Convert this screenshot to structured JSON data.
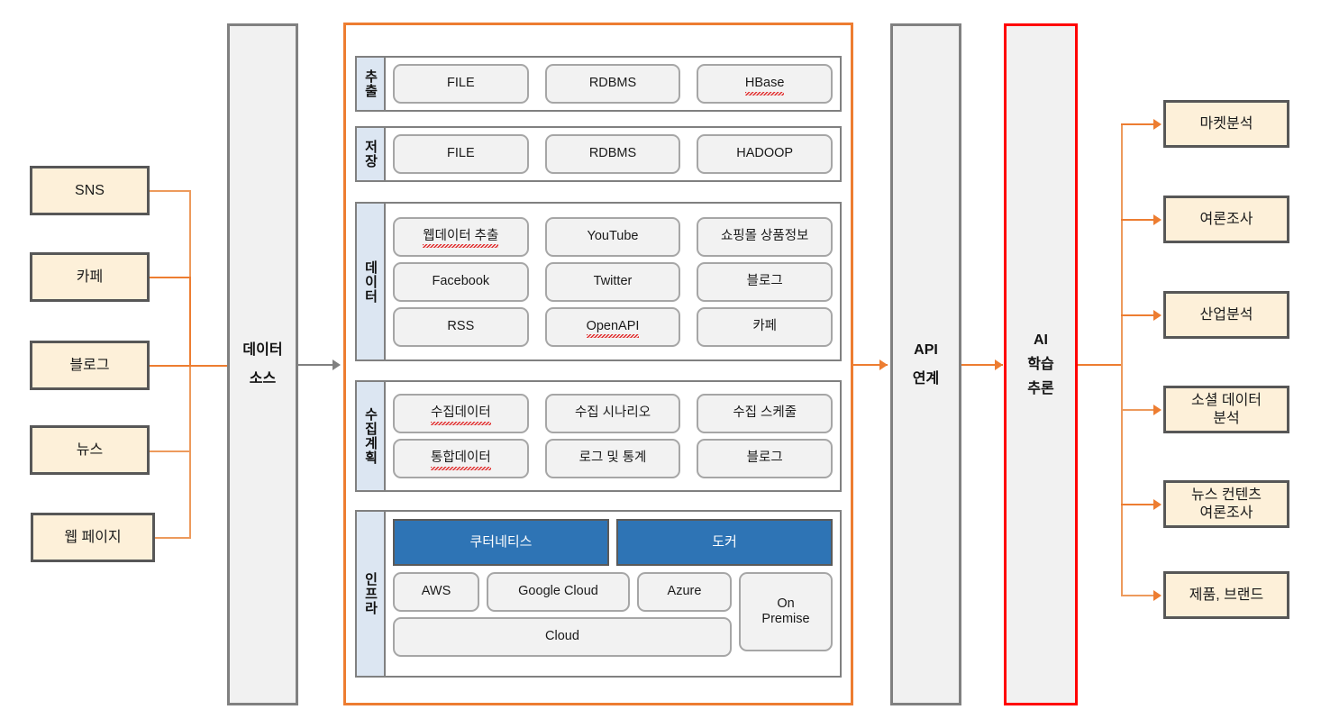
{
  "diagram": {
    "title": "Data collection and AI analysis architecture"
  },
  "sources": {
    "items": [
      {
        "label": "SNS"
      },
      {
        "label": "카페"
      },
      {
        "label": "블로그"
      },
      {
        "label": "뉴스"
      },
      {
        "label": "웹 페이지"
      }
    ]
  },
  "pillars": {
    "data_source": {
      "line1": "데이터",
      "line2": "소스"
    },
    "api": {
      "line1": "API",
      "line2": "연계"
    },
    "ai": {
      "line1": "AI",
      "line2": "학습",
      "line3": "추론",
      "border_color": "#ff0000"
    }
  },
  "platform": {
    "sections": [
      {
        "id": "extract",
        "label": "추출",
        "rows": [
          [
            {
              "text": "FILE",
              "spellcheck": false
            },
            {
              "text": "RDBMS",
              "spellcheck": false
            },
            {
              "text": "HBase",
              "spellcheck": true
            }
          ]
        ]
      },
      {
        "id": "storage",
        "label": "저장",
        "rows": [
          [
            {
              "text": "FILE",
              "spellcheck": false
            },
            {
              "text": "RDBMS",
              "spellcheck": false
            },
            {
              "text": "HADOOP",
              "spellcheck": false
            }
          ]
        ]
      },
      {
        "id": "data",
        "label": "데이터",
        "rows": [
          [
            {
              "text": "웹데이터 추출",
              "spellcheck": true
            },
            {
              "text": "YouTube",
              "spellcheck": false
            },
            {
              "text": "쇼핑몰 상품정보",
              "spellcheck": false
            }
          ],
          [
            {
              "text": "Facebook",
              "spellcheck": false
            },
            {
              "text": "Twitter",
              "spellcheck": false
            },
            {
              "text": "블로그",
              "spellcheck": false
            }
          ],
          [
            {
              "text": "RSS",
              "spellcheck": false
            },
            {
              "text": "OpenAPI",
              "spellcheck": true
            },
            {
              "text": "카페",
              "spellcheck": false
            }
          ]
        ]
      },
      {
        "id": "collection-plan",
        "label": "수집계획",
        "rows": [
          [
            {
              "text": "수집데이터",
              "spellcheck": true
            },
            {
              "text": "수집 시나리오",
              "spellcheck": false
            },
            {
              "text": "수집 스케줄",
              "spellcheck": false
            }
          ],
          [
            {
              "text": "통합데이터",
              "spellcheck": true
            },
            {
              "text": "로그 및 통계",
              "spellcheck": false
            },
            {
              "text": "블로그",
              "spellcheck": false
            }
          ]
        ]
      }
    ],
    "infra": {
      "label": "인프라",
      "containers": [
        {
          "text": "쿠터네티스",
          "style": "blue"
        },
        {
          "text": "도커",
          "style": "blue"
        }
      ],
      "clouds": [
        {
          "text": "AWS"
        },
        {
          "text": "Google Cloud"
        },
        {
          "text": "Azure"
        }
      ],
      "cloud_bar": {
        "text": "Cloud"
      },
      "on_premise": {
        "text": "On\nPremise"
      }
    }
  },
  "outputs": {
    "items": [
      {
        "label": "마켓분석"
      },
      {
        "label": "여론조사"
      },
      {
        "label": "산업분석"
      },
      {
        "label": "소셜 데이터\n분석"
      },
      {
        "label": "뉴스 컨텐츠\n여론조사"
      },
      {
        "label": "제품, 브랜드"
      }
    ]
  },
  "colors": {
    "accent_orange": "#ed7d31",
    "connector_orange": "#ed9a5c",
    "cream": "#fdf0d9",
    "pillar_gray": "#f1f1f1",
    "chip_gray": "#f2f2f2",
    "label_blue": "#dce6f2",
    "infra_blue": "#2e74b5",
    "alert_red": "#ff0000"
  }
}
